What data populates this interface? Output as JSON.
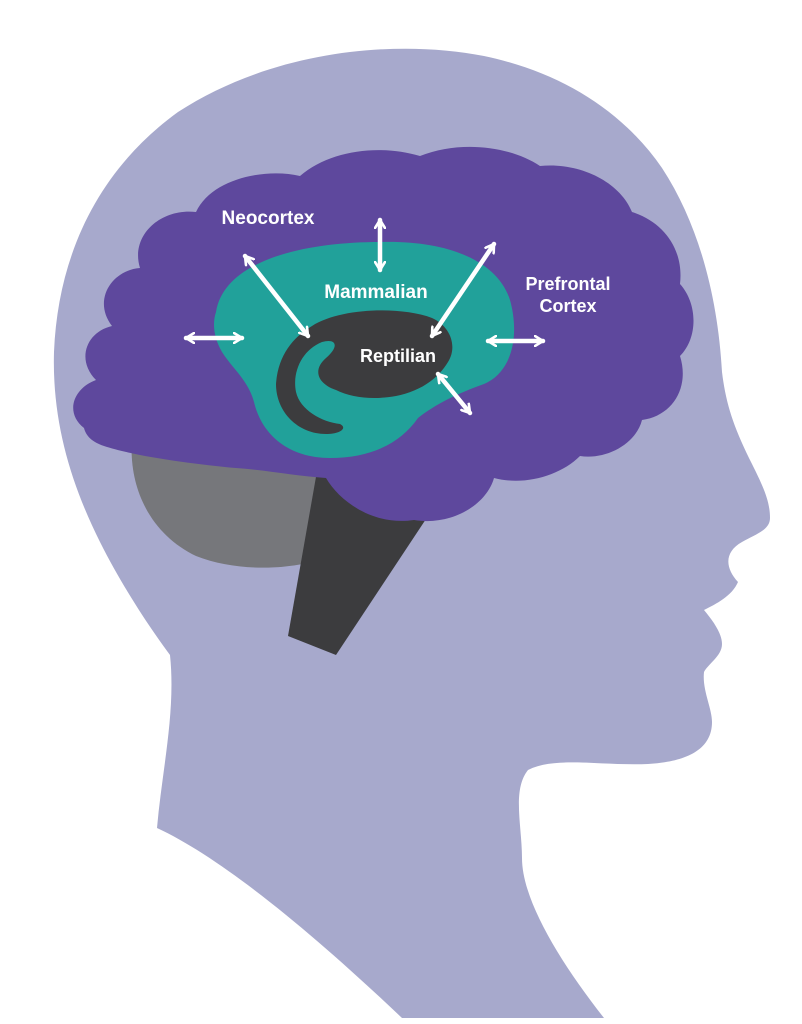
{
  "labels": {
    "neocortex": "Neocortex",
    "mammalian": "Mammalian",
    "reptilian": "Reptilian",
    "prefrontal_line1": "Prefrontal",
    "prefrontal_line2": "Cortex"
  },
  "colors": {
    "background": "#ffffff",
    "head": "#a7a9cc",
    "neocortex": "#5e489d",
    "mammalian": "#21a19a",
    "reptilian": "#3c3c3e",
    "cerebellum": "#76777b",
    "brainstem": "#3c3c3e",
    "arrows": "#ffffff",
    "label_text": "#ffffff"
  }
}
